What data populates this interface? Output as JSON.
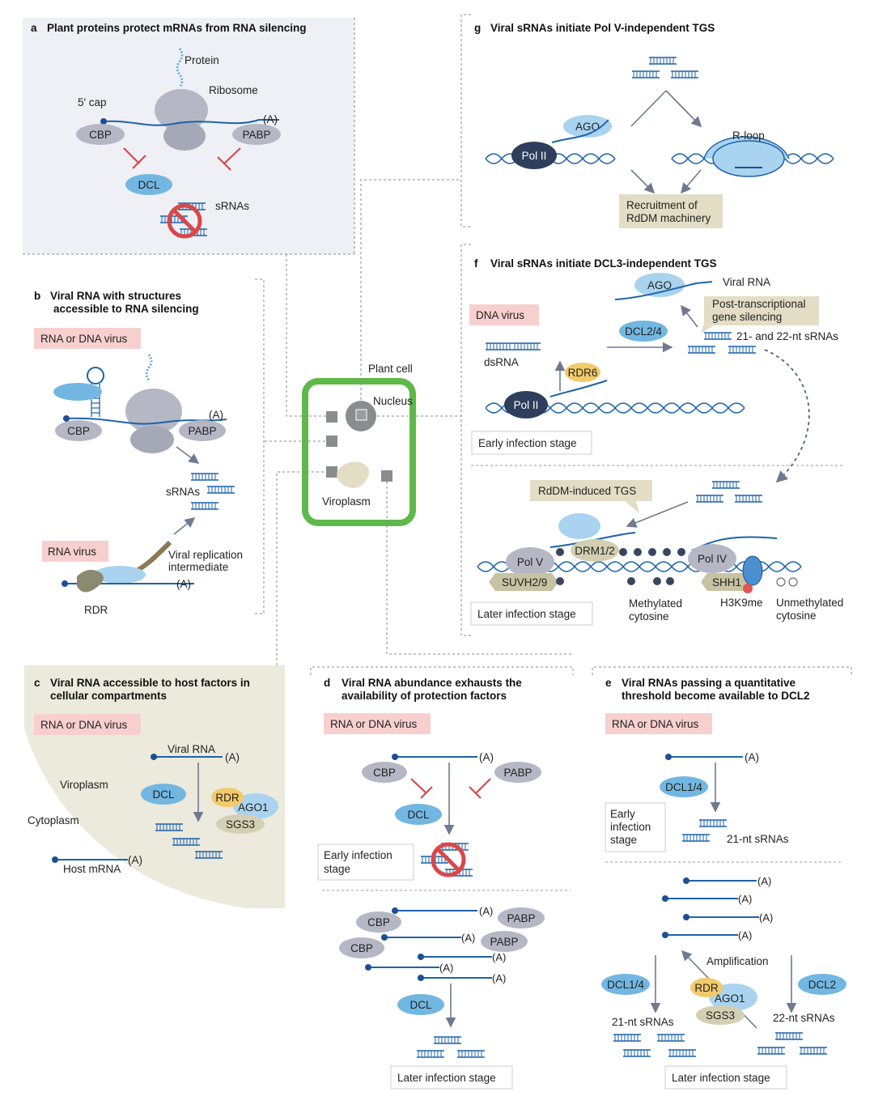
{
  "panels": {
    "a": {
      "letter": "a",
      "title": "Plant proteins protect mRNAs from RNA silencing",
      "labels": {
        "protein": "Protein",
        "ribosome": "Ribosome",
        "cap": "5′ cap",
        "polyA": "(A)",
        "cbp": "CBP",
        "pabp": "PABP",
        "dcl": "DCL",
        "srnas": "sRNAs"
      }
    },
    "b": {
      "letter": "b",
      "title_line1": "Viral RNA with structures",
      "title_line2": "accessible to RNA silencing",
      "labels": {
        "virus1": "RNA or DNA virus",
        "polyA": "(A)",
        "cbp": "CBP",
        "pabp": "PABP",
        "srnas": "sRNAs",
        "virus2": "RNA  virus",
        "rep1": "Viral replication",
        "rep2": "intermediate",
        "polyA2": "(A)",
        "rdr": "RDR"
      }
    },
    "c": {
      "letter": "c",
      "title_line1": "Viral RNA accessible to host factors in",
      "title_line2": "cellular compartments",
      "labels": {
        "virus": "RNA or DNA virus",
        "viralrna": "Viral RNA",
        "polyA": "(A)",
        "viroplasm": "Viroplasm",
        "dcl": "DCL",
        "rdr": "RDR",
        "ago1": "AGO1",
        "sgs3": "SGS3",
        "cytoplasm": "Cytoplasm",
        "hostmrna": "Host mRNA",
        "polyA2": "(A)"
      }
    },
    "d": {
      "letter": "d",
      "title_line1": "Viral RNA abundance exhausts the",
      "title_line2": "availability of protection factors",
      "labels": {
        "virus": "RNA or DNA virus",
        "polyA": "(A)",
        "cbp": "CBP",
        "pabp": "PABP",
        "dcl": "DCL",
        "early1": "Early infection",
        "early2": "stage",
        "later": "Later infection stage"
      }
    },
    "e": {
      "letter": "e",
      "title_line1": "Viral RNAs passing a quantitative",
      "title_line2": "threshold become available to DCL2",
      "labels": {
        "virus": "RNA or DNA virus",
        "polyA": "(A)",
        "dcl14": "DCL1/4",
        "early1": "Early",
        "early2": "infection",
        "early3": "stage",
        "nt21": "21-nt sRNAs",
        "amp": "Amplification",
        "rdr": "RDR",
        "ago1": "AGO1",
        "sgs3": "SGS3",
        "dcl2": "DCL2",
        "nt22": "22-nt sRNAs",
        "later": "Later infection stage"
      }
    },
    "f": {
      "letter": "f",
      "title": "Viral sRNAs initiate DCL3-independent TGS",
      "labels": {
        "ago": "AGO",
        "viralrna": "Viral RNA",
        "dnavirus": "DNA virus",
        "ptgs1": "Post-transcriptional",
        "ptgs2": "gene silencing",
        "dcl24": "DCL2/4",
        "srna2122": "21- and 22-nt sRNAs",
        "dsrna": "dsRNA",
        "rdr6": "RDR6",
        "pol2": "Pol II",
        "early": "Early infection stage",
        "rddm": "RdDM-induced TGS",
        "polv": "Pol V",
        "drm": "DRM1/2",
        "suvh": "SUVH2/9",
        "pol4": "Pol IV",
        "shh1": "SHH1",
        "meth1": "Methylated",
        "meth2": "cytosine",
        "h3k9": "H3K9me",
        "unmeth1": "Unmethylated",
        "unmeth2": "cytosine",
        "later": "Later infection stage"
      }
    },
    "g": {
      "letter": "g",
      "title": "Viral sRNAs initiate Pol V-independent TGS",
      "labels": {
        "ago": "AGO",
        "rloop": "R-loop",
        "pol2": "Pol II",
        "recruit1": "Recruitment of",
        "recruit2": "RdDM machinery"
      }
    },
    "center": {
      "labels": {
        "plantcell": "Plant cell",
        "nucleus": "Nucleus",
        "viroplasm": "Viroplasm"
      }
    }
  },
  "colors": {
    "blue_light": "#a9d3ef",
    "blue_oval": "#72b7e2",
    "grey_oval": "#b5b7c4",
    "pink": "#f8cfcf",
    "tan": "#e3ddc5",
    "green_cell": "#5fb84a",
    "dark_blue": "#1d4f94",
    "red_inhibit": "#d9484a",
    "orange": "#f2ca6a",
    "khaki": "#d3cfb2"
  }
}
